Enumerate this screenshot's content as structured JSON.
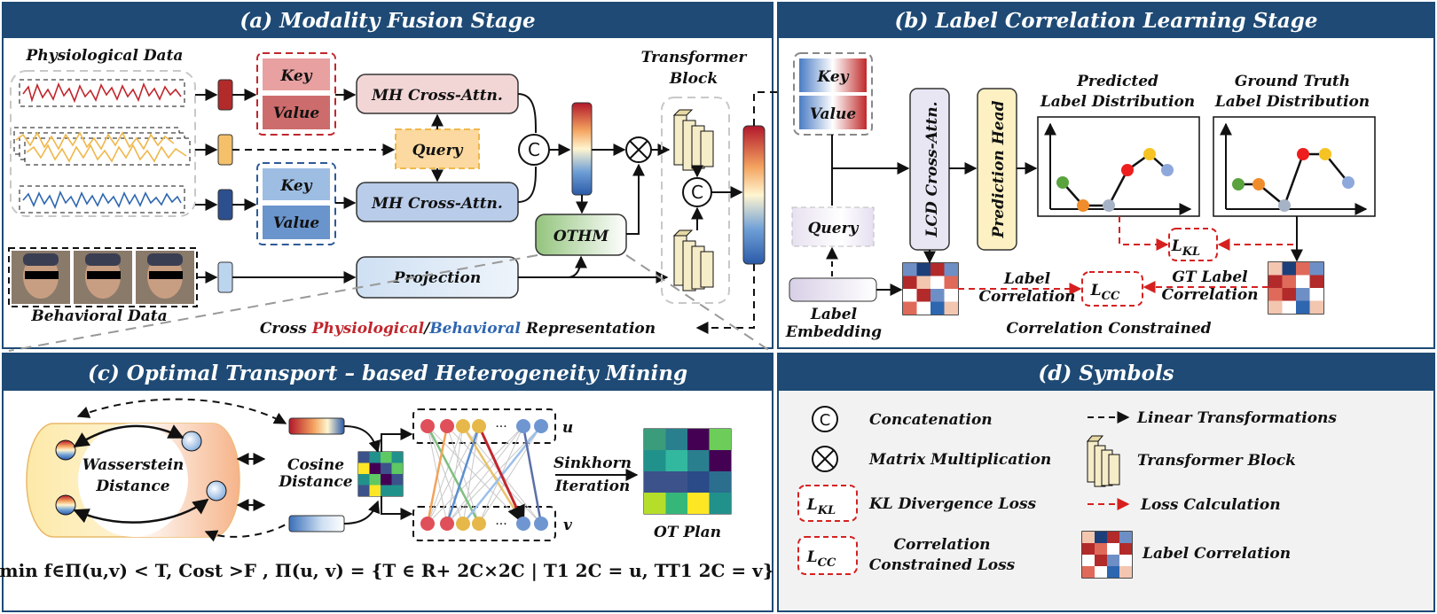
{
  "panels": {
    "a": {
      "title": "(a) Modality Fusion Stage",
      "physiological_label": "Physiological Data",
      "behavioral_label": "Behavioral Data",
      "key": "Key",
      "value": "Value",
      "query": "Query",
      "cross_attn": "MH Cross-Attn.",
      "othm": "OTHM",
      "projection": "Projection",
      "transformer_block": [
        "Transformer",
        "Block"
      ],
      "concat_symbol": "C",
      "caption_prefix": "Cross ",
      "caption_phys": "Physiological",
      "caption_sep": "/",
      "caption_beh": "Behavioral",
      "caption_suffix": " Representation"
    },
    "b": {
      "title": "(b) Label Correlation Learning Stage",
      "key": "Key",
      "value": "Value",
      "query": "Query",
      "lcd_cross_attn": "LCD Cross-Attn.",
      "prediction_head": "Prediction Head",
      "predicted_title": [
        "Predicted",
        "Label Distribution"
      ],
      "gt_title": [
        "Ground Truth",
        "Label Distribution"
      ],
      "label_embedding": [
        "Label",
        "Embedding"
      ],
      "label_correlation": [
        "Label",
        "Correlation"
      ],
      "gt_label_correlation": [
        "GT Label",
        "Correlation"
      ],
      "l_kl": "L",
      "l_kl_sub": "KL",
      "l_cc": "L",
      "l_cc_sub": "CC",
      "correlation_constrained": "Correlation Constrained"
    },
    "c": {
      "title": "(c) Optimal Transport – based Heterogeneity Mining",
      "wasserstein": [
        "Wasserstein",
        "Distance"
      ],
      "cosine": [
        "Cosine",
        "Distance"
      ],
      "sinkhorn": [
        "Sinkhorn",
        "Iteration"
      ],
      "ot_plan": "OT Plan",
      "u": "u",
      "v": "v",
      "dots": "···",
      "formula": "min f∈Π(u,v) < T, Cost >F ,  Π(u, v) = {T ∈ R+ 2C×2C | T1 2C = u, TT1 2C = v}"
    },
    "d": {
      "title": "(d) Symbols",
      "concat_sym": "C",
      "concatenation": "Concatenation",
      "matrix_mult": "Matrix Multiplication",
      "l_kl": "L",
      "l_kl_sub": "KL",
      "kl_loss": "KL Divergence Loss",
      "l_cc": "L",
      "l_cc_sub": "CC",
      "cc_loss": [
        "Correlation",
        "Constrained Loss"
      ],
      "linear": "Linear Transformations",
      "transformer_block": "Transformer Block",
      "loss_calc": "Loss Calculation",
      "label_correlation": "Label Correlation"
    }
  },
  "colors": {
    "header": "#1e4a75",
    "red": "#c0272d",
    "yellow": "#f0c060",
    "blue": "#2e66b0",
    "dashed_red": "#d62020"
  }
}
